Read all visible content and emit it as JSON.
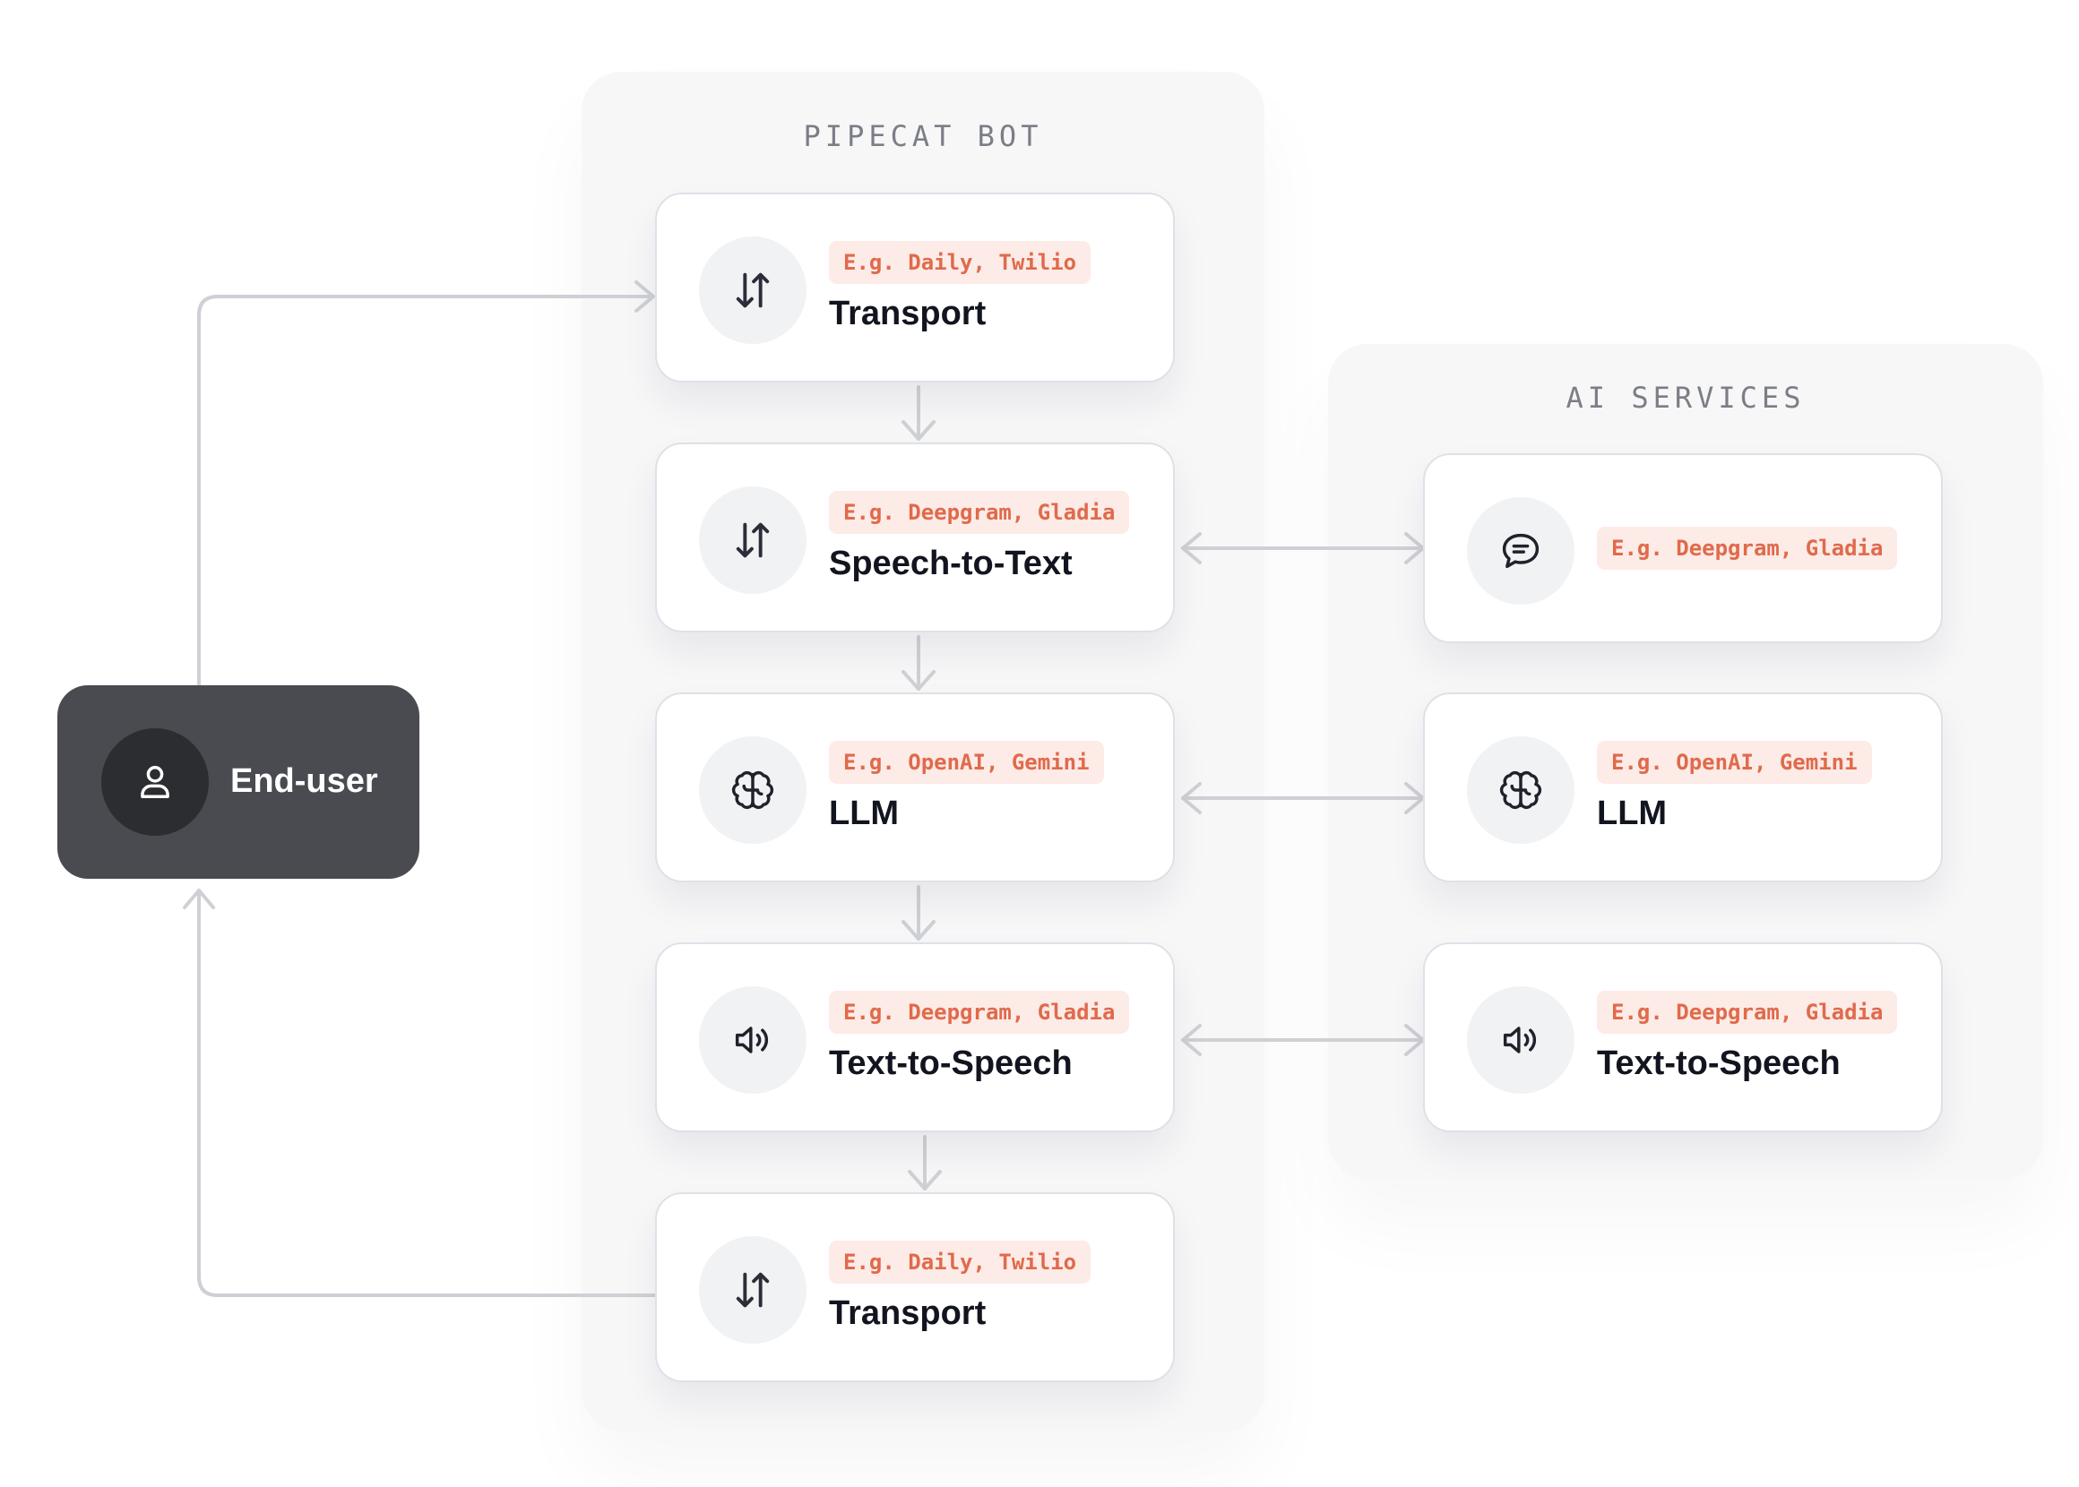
{
  "pipecat_panel": {
    "title": "PIPECAT BOT"
  },
  "ai_panel": {
    "title": "AI SERVICES"
  },
  "end_user": {
    "label": "End-user",
    "icon": "user-icon"
  },
  "pipeline": [
    {
      "icon": "arrows-up-down-icon",
      "badge": "E.g. Daily, Twilio",
      "title": "Transport"
    },
    {
      "icon": "arrows-up-down-icon",
      "badge": "E.g. Deepgram, Gladia",
      "title": "Speech-to-Text"
    },
    {
      "icon": "brain-icon",
      "badge": "E.g. OpenAI, Gemini",
      "title": "LLM"
    },
    {
      "icon": "speaker-icon",
      "badge": "E.g. Deepgram, Gladia",
      "title": "Text-to-Speech"
    },
    {
      "icon": "arrows-up-down-icon",
      "badge": "E.g. Daily, Twilio",
      "title": "Transport"
    }
  ],
  "services": [
    {
      "icon": "speech-bubble-icon",
      "badge": "E.g. Deepgram, Gladia"
    },
    {
      "icon": "brain-icon",
      "badge": "E.g. OpenAI, Gemini",
      "title": "LLM"
    },
    {
      "icon": "speaker-icon",
      "badge": "E.g. Deepgram, Gladia",
      "title": "Text-to-Speech"
    }
  ],
  "colors": {
    "accent_badge_text": "#e06a4c",
    "accent_badge_bg": "#fcebe6",
    "end_user_bg": "#4a4b50",
    "connector": "#cfd0d5"
  }
}
